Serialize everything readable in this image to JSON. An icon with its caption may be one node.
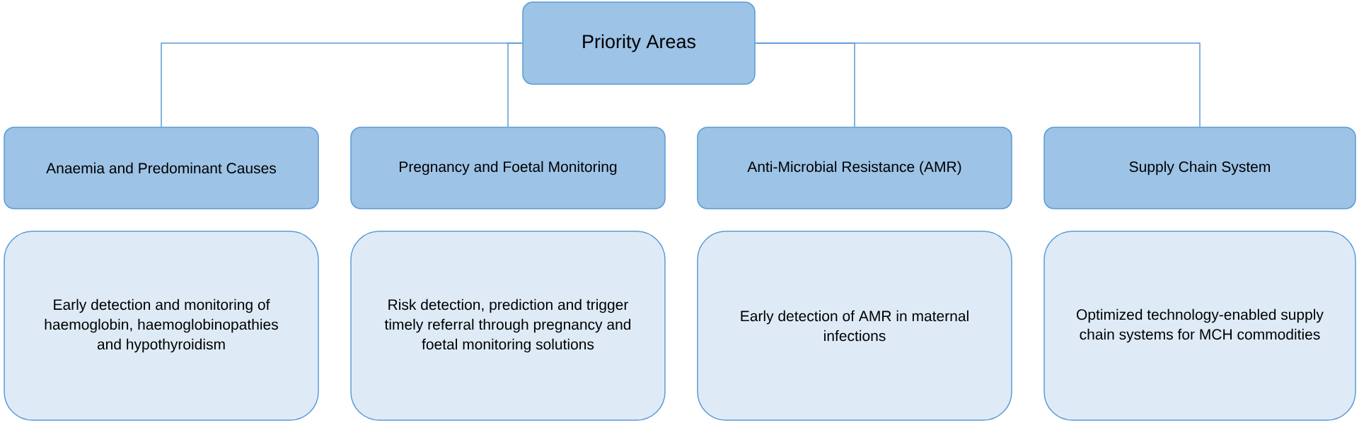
{
  "diagram": {
    "nodes": [
      {
        "text": [
          "Priority Areas"
        ]
      },
      {
        "text": [
          "Anaemia and Predominant Causes"
        ]
      },
      {
        "text": [
          "Pregnancy and Foetal Monitoring"
        ]
      },
      {
        "text": [
          "Anti-Microbial Resistance (AMR)"
        ]
      },
      {
        "text": [
          "Supply Chain System"
        ]
      },
      {
        "text": [
          "Early detection and monitoring of haemoglobin, haemoglobinopathies and hypothyroidism"
        ]
      },
      {
        "text": [
          "Risk detection, prediction and trigger timely referral through pregnancy and foetal monitoring solutions"
        ]
      },
      {
        "text": [
          "Early detection of AMR in maternal infections"
        ]
      },
      {
        "text": [
          "Optimized technology-enabled supply chain systems for MCH commodities"
        ]
      }
    ],
    "edges": [
      {
        "from": 0,
        "to": 1,
        "arrow": "none"
      },
      {
        "from": 0,
        "to": 2,
        "arrow": "none"
      },
      {
        "from": 0,
        "to": 3,
        "arrow": "none"
      },
      {
        "from": 0,
        "to": 4,
        "arrow": "none"
      }
    ]
  }
}
